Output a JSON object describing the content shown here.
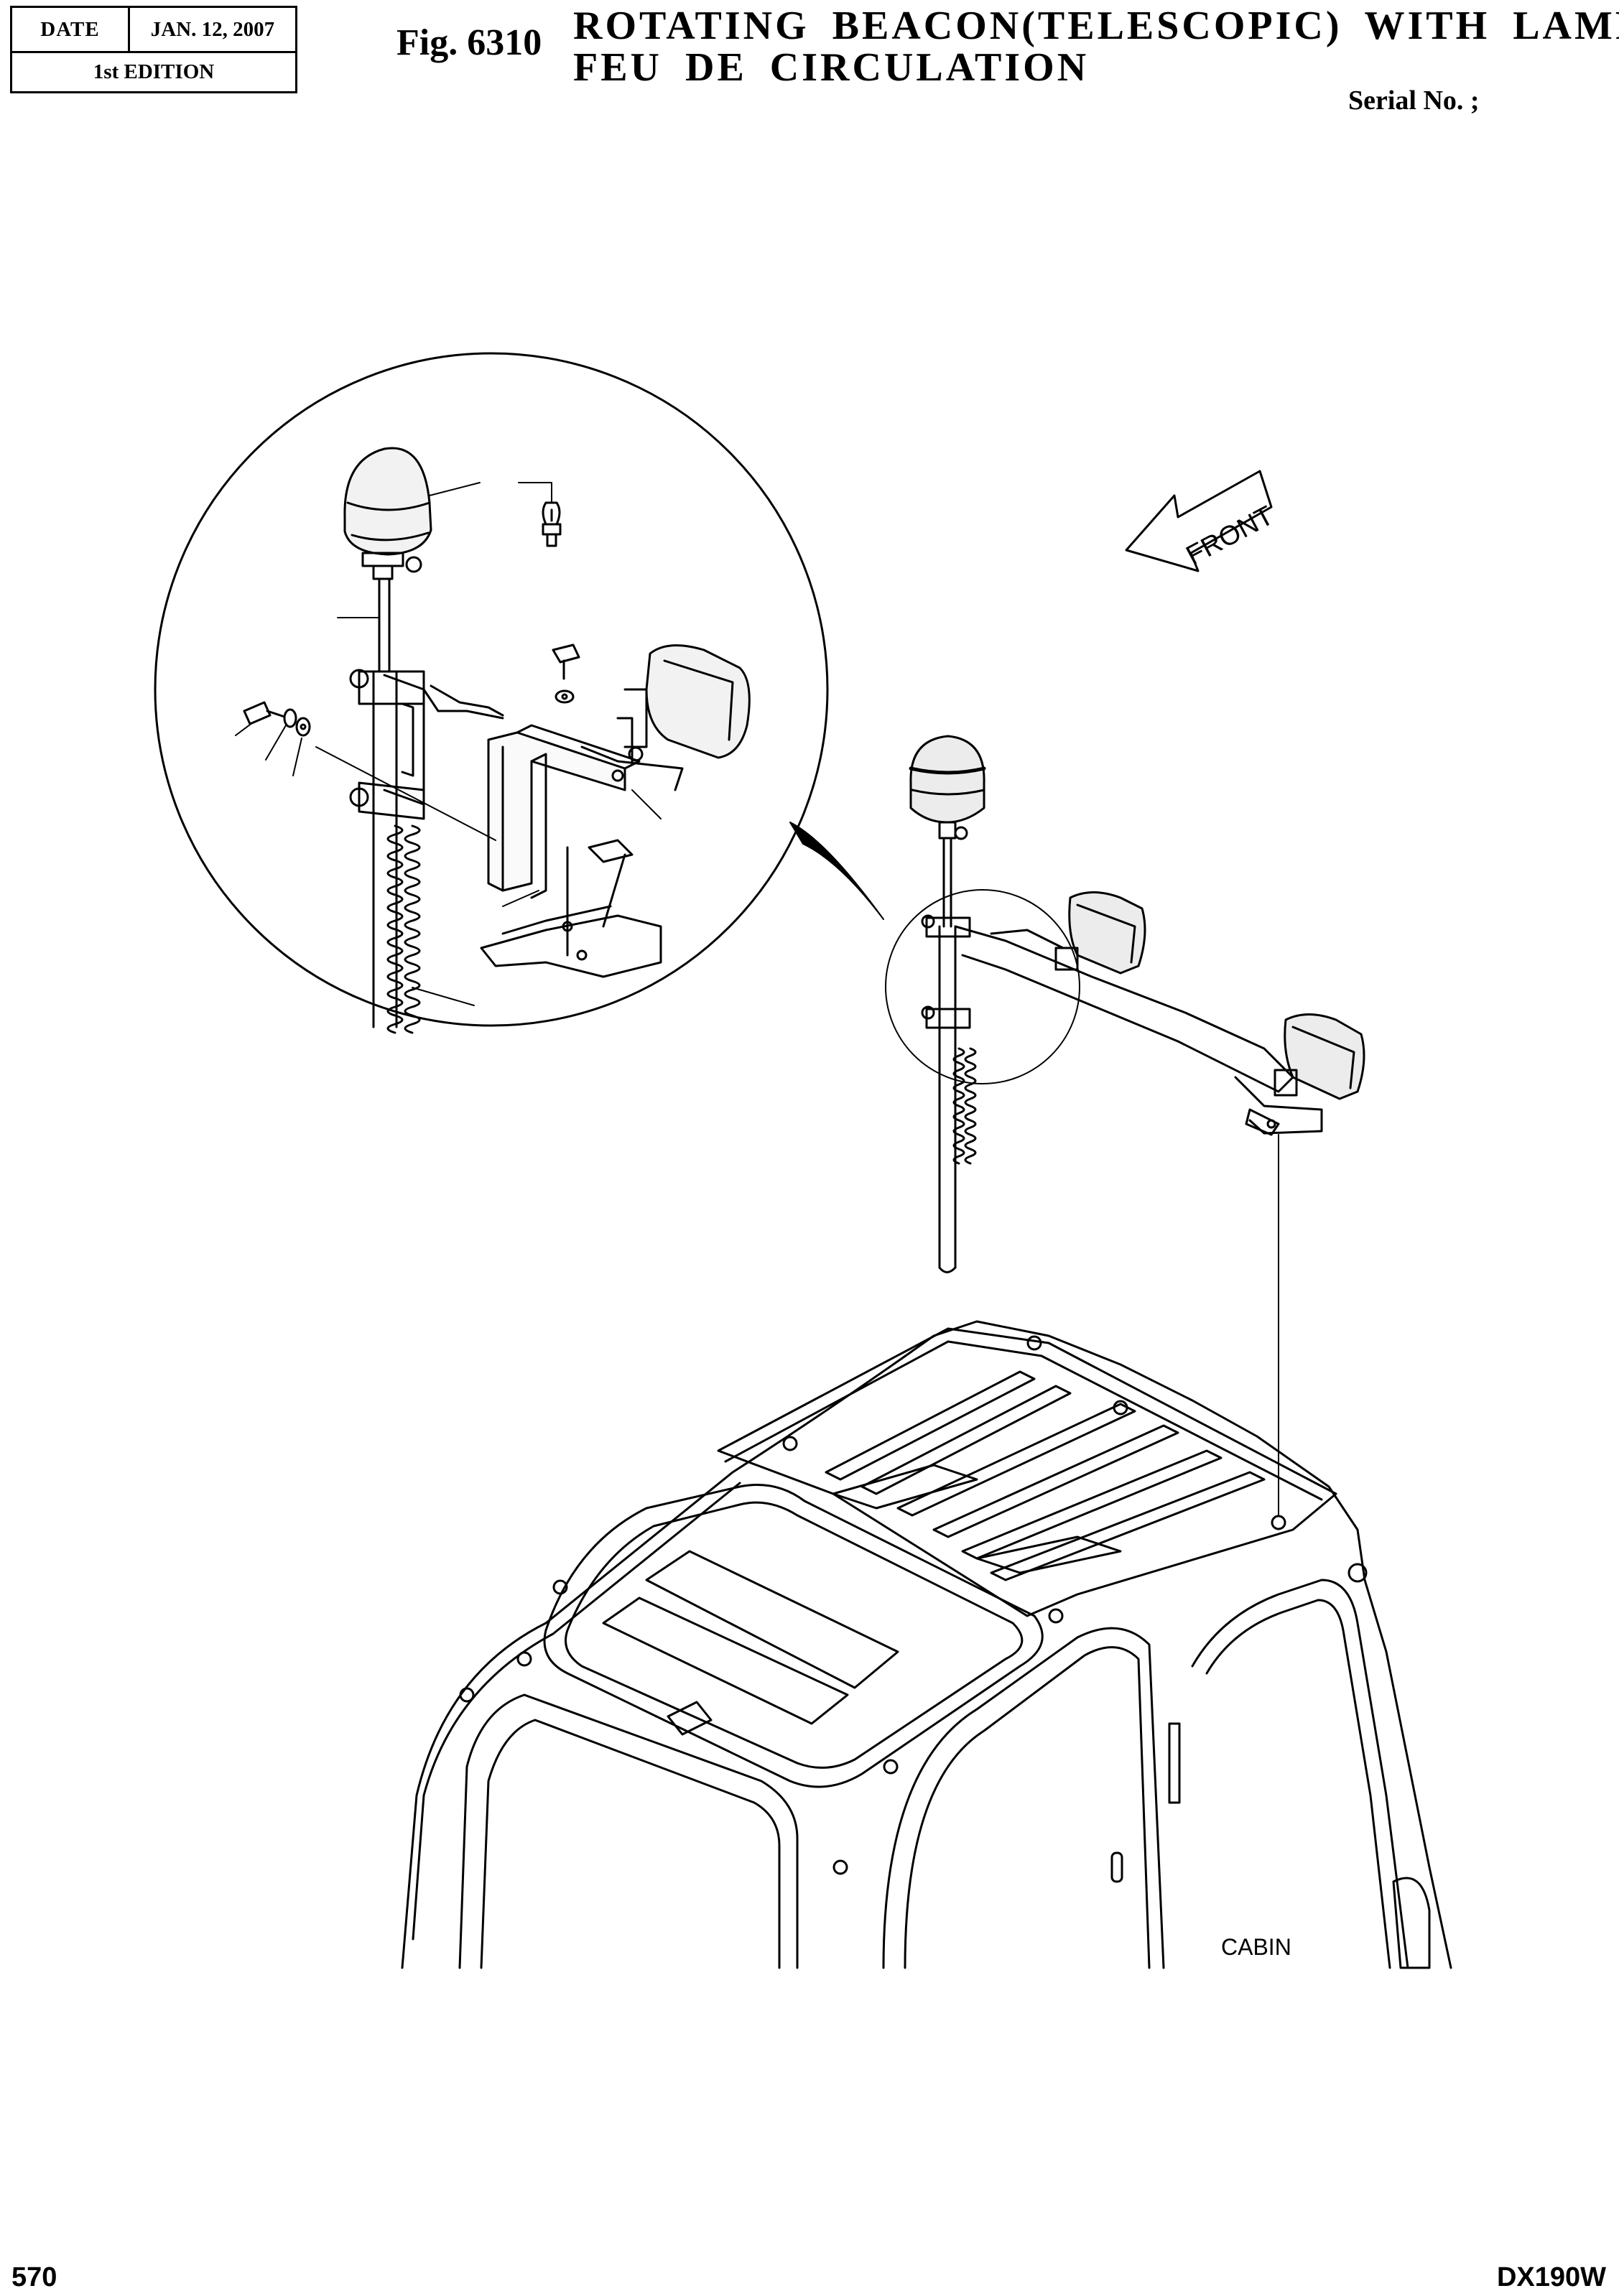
{
  "header": {
    "date_label": "DATE",
    "date_value": "JAN. 12, 2007",
    "edition": "1st EDITION",
    "figure_number": "Fig. 6310",
    "title_en": "ROTATING BEACON(TELESCOPIC) WITH LAMP",
    "title_fr": "FEU DE CIRCULATION",
    "serial_label": "Serial No. ;"
  },
  "drawing": {
    "front_arrow_label": "FRONT",
    "cabin_label": "CABIN"
  },
  "footer": {
    "page_number": "570",
    "model": "DX190W"
  }
}
